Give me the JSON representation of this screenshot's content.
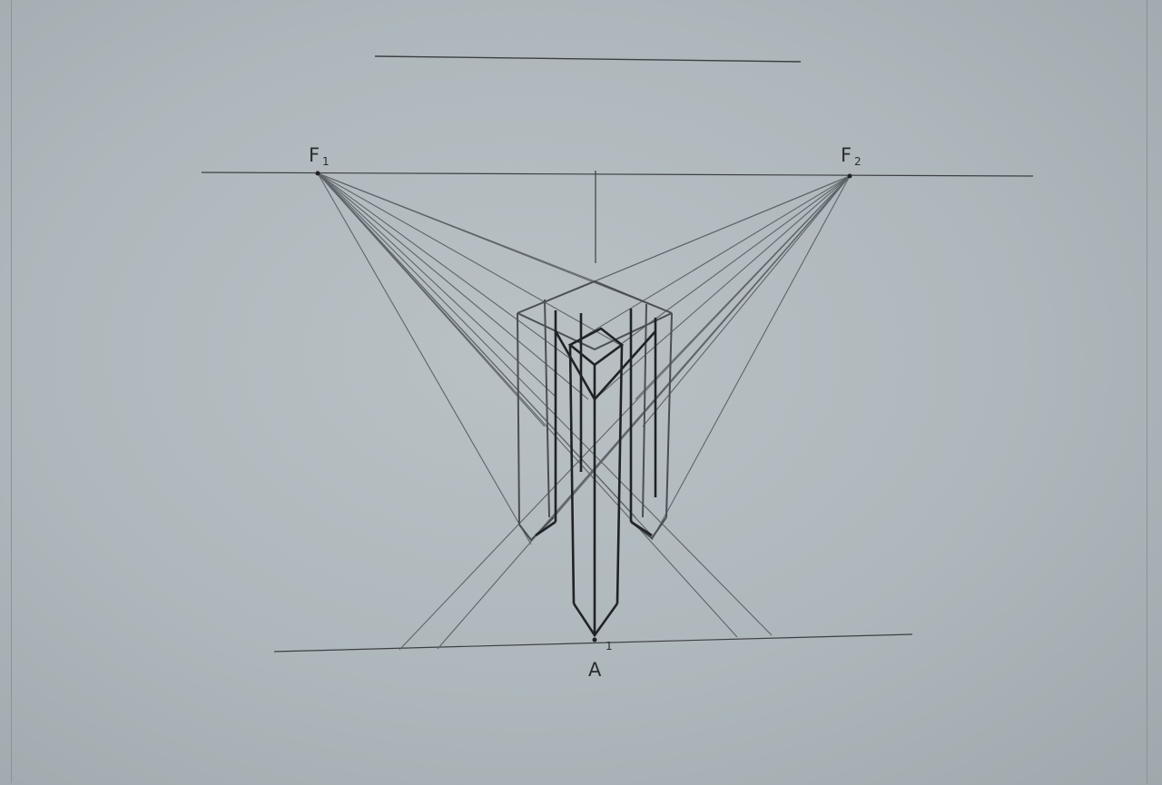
{
  "labels": {
    "vp_left": "F",
    "vp_left_sub": "1",
    "vp_right": "F",
    "vp_right_sub": "2",
    "station_point": "A",
    "station_point_sup": "1"
  },
  "colors": {
    "paper": "#aeb7bb",
    "graphite_light": "#6b7176",
    "graphite_dark": "#202326"
  }
}
